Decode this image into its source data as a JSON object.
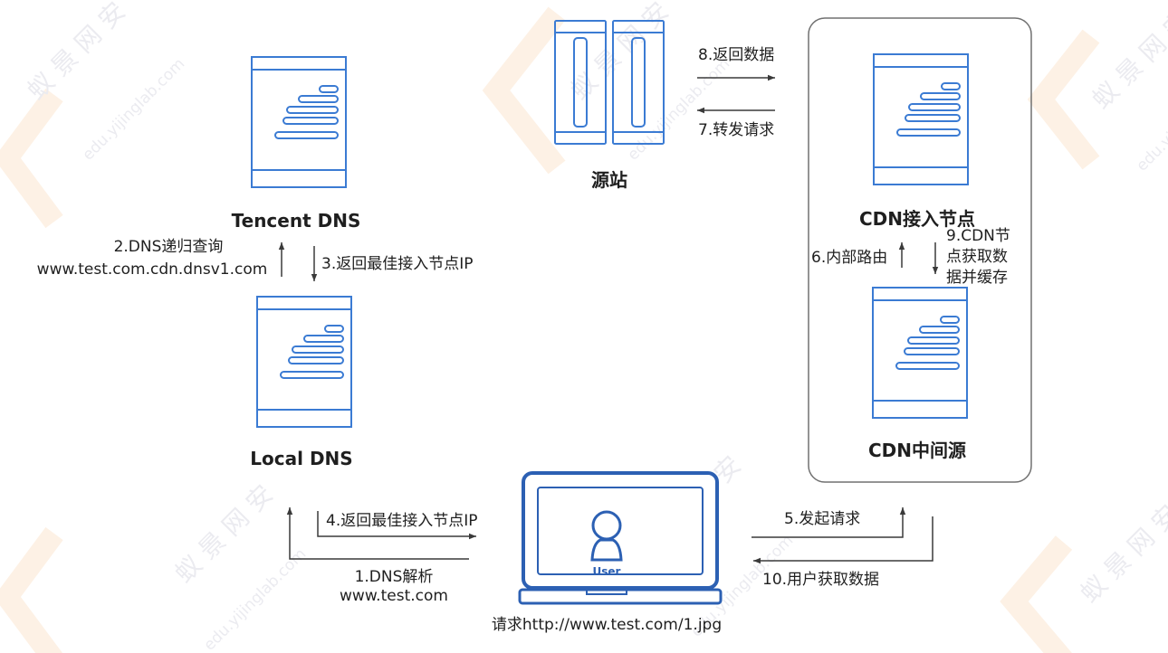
{
  "nodes": {
    "tencent_dns": {
      "label": "Tencent DNS",
      "icon": "server-icon"
    },
    "local_dns": {
      "label": "Local DNS",
      "icon": "server-icon"
    },
    "origin": {
      "label": "源站",
      "icon": "dual-server-icon"
    },
    "cdn_access_node": {
      "label": "CDN接入节点",
      "icon": "server-icon"
    },
    "cdn_middle_source": {
      "label": "CDN中间源",
      "icon": "server-icon"
    },
    "user": {
      "badge": "User",
      "device_icon": "laptop-icon",
      "avatar_icon": "user-icon",
      "caption": "请求http://www.test.com/1.jpg"
    }
  },
  "steps": [
    {
      "lines": [
        "1.DNS解析",
        "www.test.com"
      ]
    },
    {
      "lines": [
        "2.DNS递归查询",
        "www.test.com.cdn.dnsv1.com"
      ]
    },
    {
      "lines": [
        "3.返回最佳接入节点IP"
      ]
    },
    {
      "lines": [
        "4.返回最佳接入节点IP"
      ]
    },
    {
      "lines": [
        "5.发起请求"
      ]
    },
    {
      "lines": [
        "6.内部路由"
      ]
    },
    {
      "lines": [
        "7.转发请求"
      ]
    },
    {
      "lines": [
        "8.返回数据"
      ]
    },
    {
      "lines": [
        "9.CDN节",
        "点获取数",
        "据并缓存"
      ]
    },
    {
      "lines": [
        "10.用户获取数据"
      ]
    }
  ],
  "colors": {
    "icon_stroke": "#3b7bd3",
    "laptop_stroke": "#2c60b3",
    "text": "#1f1f1f",
    "arrow": "#3a3a3a",
    "group_border": "#707070",
    "watermark_text": "#ebebf0",
    "watermark_mark": "#fdf1e5"
  },
  "watermark": {
    "brand": "蚁 景 网 安",
    "site": "edu.yijinglab.com"
  }
}
